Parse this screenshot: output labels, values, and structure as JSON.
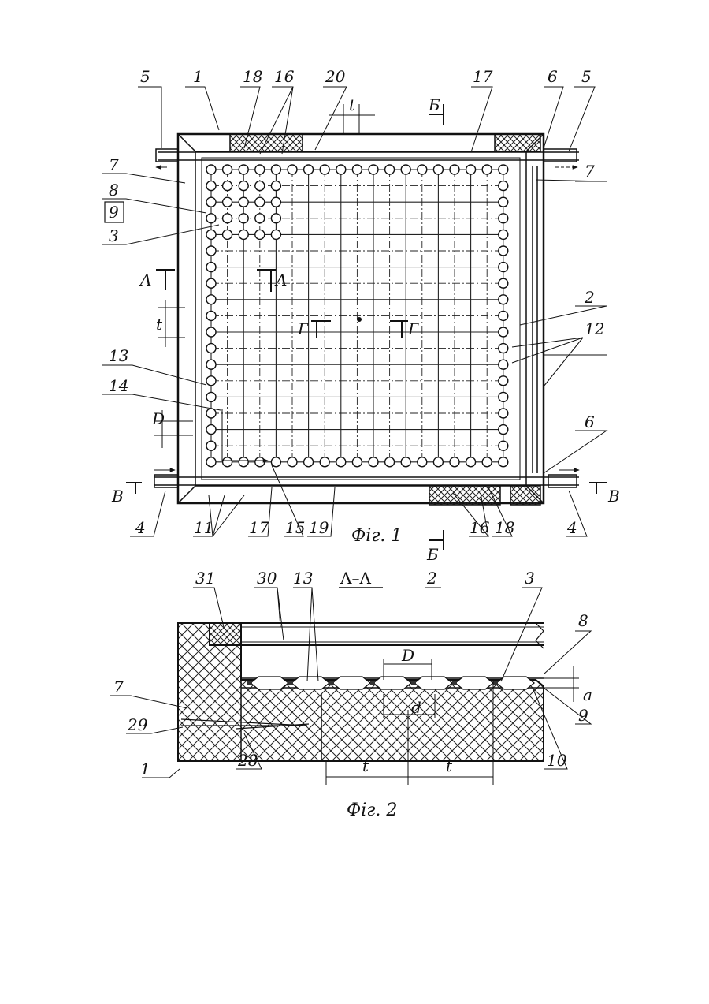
{
  "fig1": {
    "caption": "Фіг. 1",
    "labels_top": [
      "5",
      "1",
      "18",
      "16",
      "20",
      "t",
      "Б",
      "17",
      "6",
      "5"
    ],
    "labels_left": [
      "7",
      "8",
      "9",
      "3",
      "A",
      "A",
      "t",
      "13",
      "14",
      "D",
      "B"
    ],
    "labels_right": [
      "7",
      "2",
      "12",
      "6",
      "B"
    ],
    "labels_center": [
      "Г",
      "Г"
    ],
    "labels_bottom": [
      "4",
      "11",
      "17",
      "15",
      "19",
      "Б",
      "16",
      "18",
      "4"
    ]
  },
  "fig2": {
    "caption": "Фіг. 2",
    "section_title": "A–A",
    "labels": [
      "31",
      "30",
      "13",
      "2",
      "3",
      "8",
      "D",
      "a",
      "d",
      "9",
      "7",
      "29",
      "1",
      "28",
      "t",
      "t",
      "10"
    ]
  }
}
